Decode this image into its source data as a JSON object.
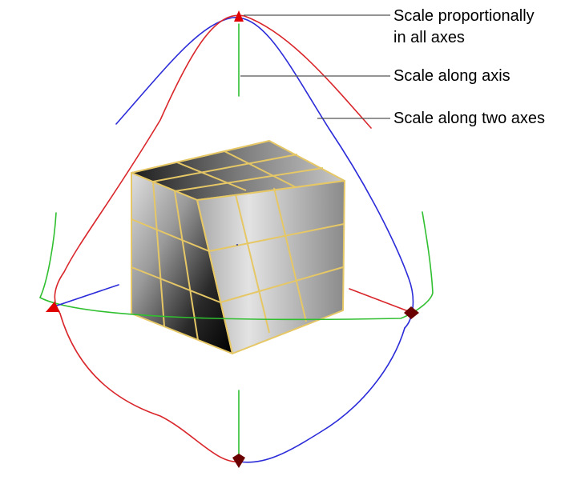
{
  "callouts": {
    "uniform_line1": "Scale proportionally",
    "uniform_line2": "in all axes",
    "axis": "Scale along axis",
    "plane": "Scale along two axes"
  },
  "colors": {
    "axis_x": "#d9262b",
    "axis_y": "#2fbf2f",
    "axis_z": "#2b2bd9",
    "handle_red": "#e00000",
    "handle_dark": "#6a0000",
    "wire": "#e6c766",
    "leader": "#555555"
  }
}
